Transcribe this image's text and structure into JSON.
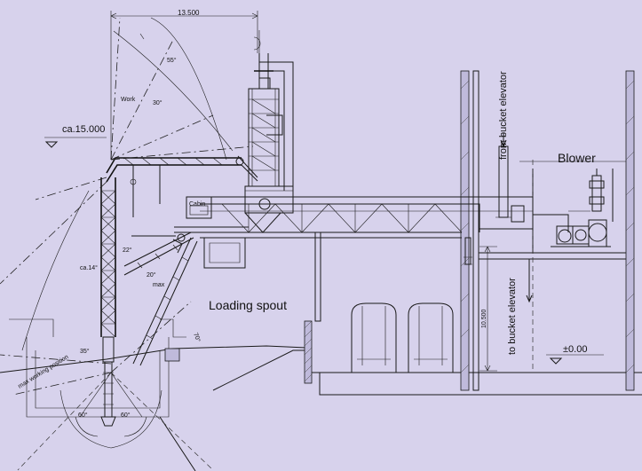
{
  "labels": {
    "dim_top": "13.500",
    "angle_55": "55°",
    "angle_30": "30°",
    "work": "Work",
    "elevation_15": "ca.15.000",
    "cabin": "Cabin",
    "angle_22": "22°",
    "angle_14": "ca.14°",
    "angle_20": "20°",
    "max": "max",
    "angle_35": "35°",
    "angle_70": "70°",
    "max_working_position": "max working position",
    "angle_60_left": "60°",
    "angle_60_right": "60°",
    "loading_spout": "Loading spout",
    "from_bucket_elevator": "from bucket elevator",
    "to_bucket_elevator": "to bucket elevator",
    "dim_vertical": "10.500",
    "blower": "Blower",
    "elevation_zero": "±0.00"
  },
  "colors": {
    "background": "#d7d2ec",
    "line": "#1a1a1a"
  }
}
